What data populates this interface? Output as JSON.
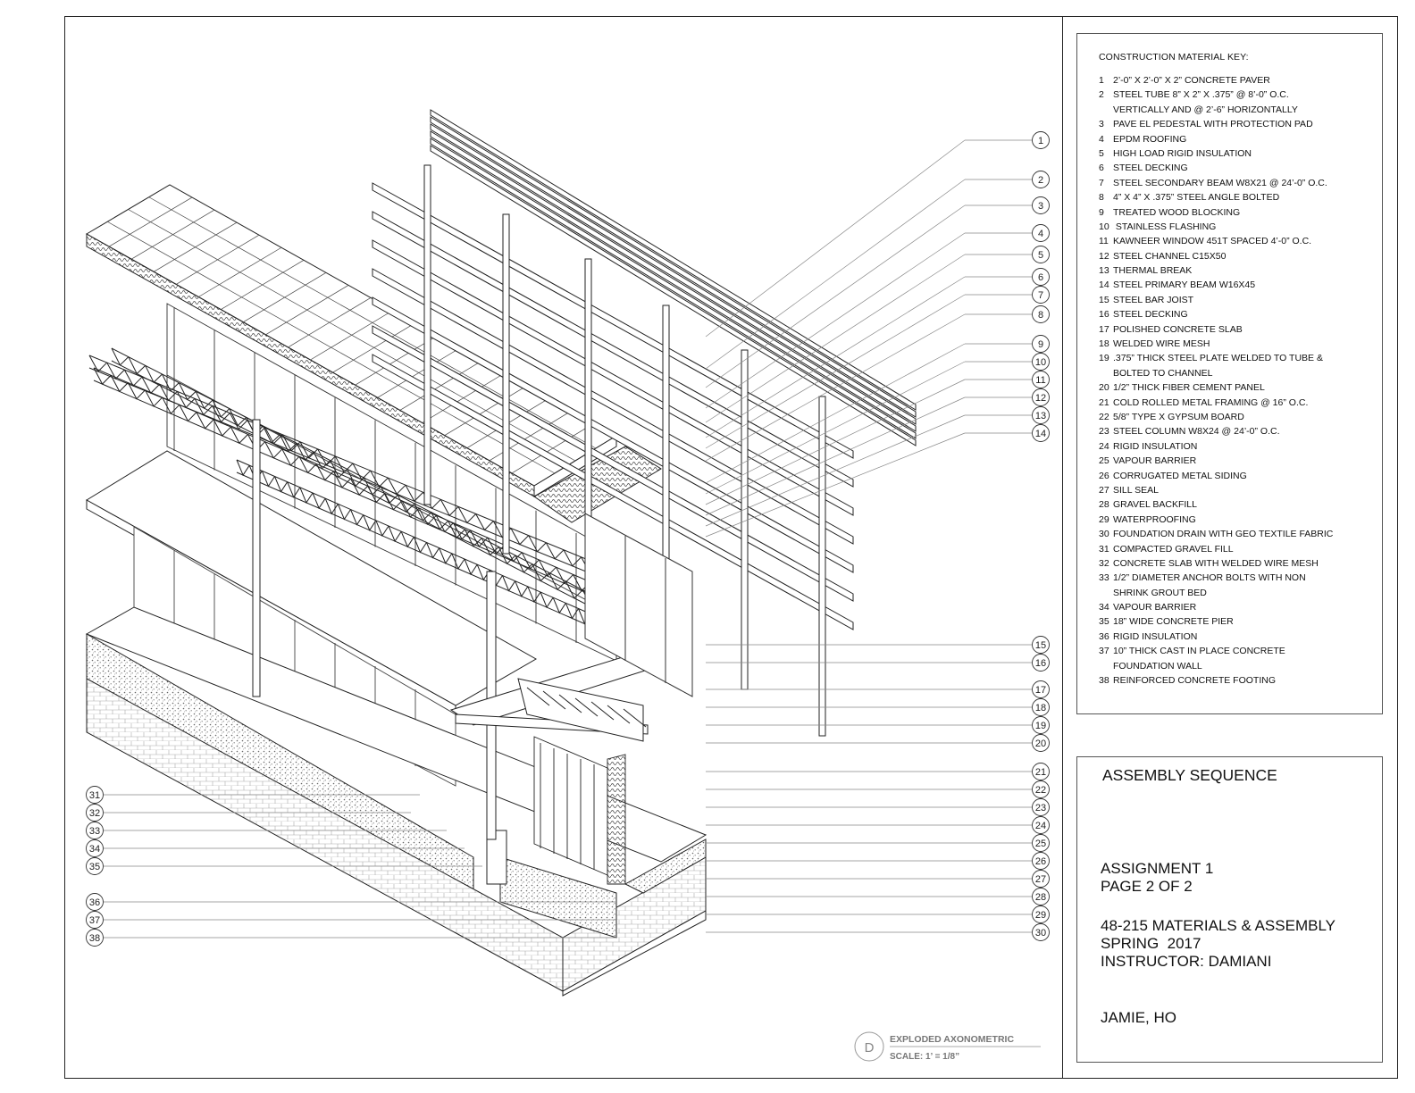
{
  "key": {
    "title": "CONSTRUCTION MATERIAL KEY:",
    "items": [
      {
        "num": "1",
        "text": "2’-0” X 2’-0” X 2” CONCRETE PAVER"
      },
      {
        "num": "2",
        "text": "STEEL TUBE 8” X 2” X .375” @ 8’-0” O.C."
      },
      {
        "num": "",
        "text": "VERTICALLY AND @ 2’-6” HORIZONTALLY"
      },
      {
        "num": "3",
        "text": "PAVE EL PEDESTAL WITH PROTECTION PAD"
      },
      {
        "num": "4",
        "text": "EPDM ROOFING"
      },
      {
        "num": "5",
        "text": "HIGH LOAD RIGID INSULATION"
      },
      {
        "num": "6",
        "text": "STEEL DECKING"
      },
      {
        "num": "7",
        "text": "STEEL SECONDARY BEAM W8X21 @ 24’-0” O.C."
      },
      {
        "num": "8",
        "text": "4” X 4” X .375” STEEL ANGLE BOLTED"
      },
      {
        "num": "9",
        "text": "TREATED WOOD BLOCKING"
      },
      {
        "num": "10",
        "text": " STAINLESS FLASHING"
      },
      {
        "num": "11",
        "text": "KAWNEER WINDOW 451T SPACED 4’-0” O.C."
      },
      {
        "num": "12",
        "text": "STEEL CHANNEL C15X50"
      },
      {
        "num": "13",
        "text": "THERMAL BREAK"
      },
      {
        "num": "14",
        "text": "STEEL PRIMARY BEAM W16X45"
      },
      {
        "num": "15",
        "text": "STEEL BAR JOIST"
      },
      {
        "num": "16",
        "text": "STEEL DECKING"
      },
      {
        "num": "17",
        "text": "POLISHED CONCRETE SLAB"
      },
      {
        "num": "18",
        "text": "WELDED WIRE MESH"
      },
      {
        "num": "19",
        "text": ".375” THICK STEEL PLATE WELDED TO TUBE &"
      },
      {
        "num": "",
        "text": "BOLTED TO CHANNEL"
      },
      {
        "num": "20",
        "text": "1/2” THICK FIBER CEMENT PANEL"
      },
      {
        "num": "21",
        "text": "COLD ROLLED METAL FRAMING @ 16” O.C."
      },
      {
        "num": "22",
        "text": "5/8” TYPE X GYPSUM BOARD"
      },
      {
        "num": "23",
        "text": "STEEL COLUMN W8X24 @ 24’-0” O.C."
      },
      {
        "num": "24",
        "text": "RIGID INSULATION"
      },
      {
        "num": "25",
        "text": "VAPOUR BARRIER"
      },
      {
        "num": "26",
        "text": "CORRUGATED METAL SIDING"
      },
      {
        "num": "27",
        "text": "SILL SEAL"
      },
      {
        "num": "28",
        "text": "GRAVEL BACKFILL"
      },
      {
        "num": "29",
        "text": "WATERPROOFING"
      },
      {
        "num": "30",
        "text": "FOUNDATION DRAIN WITH GEO TEXTILE FABRIC"
      },
      {
        "num": "31",
        "text": "COMPACTED GRAVEL FILL"
      },
      {
        "num": "32",
        "text": "CONCRETE SLAB WITH WELDED WIRE MESH"
      },
      {
        "num": "33",
        "text": "1/2” DIAMETER ANCHOR BOLTS WITH NON"
      },
      {
        "num": "",
        "text": "SHRINK GROUT BED"
      },
      {
        "num": "34",
        "text": "VAPOUR BARRIER"
      },
      {
        "num": "35",
        "text": "18” WIDE CONCRETE PIER"
      },
      {
        "num": "36",
        "text": "RIGID INSULATION"
      },
      {
        "num": "37",
        "text": "10” THICK CAST IN PLACE CONCRETE"
      },
      {
        "num": "",
        "text": "FOUNDATION WALL"
      },
      {
        "num": "38",
        "text": "REINFORCED CONCRETE FOOTING"
      }
    ]
  },
  "title_block": {
    "heading": "ASSEMBLY SEQUENCE",
    "assignment": "ASSIGNMENT 1",
    "page": "PAGE 2 OF 2",
    "course": "48-215 MATERIALS & ASSEMBLY",
    "term": "SPRING  2017",
    "instructor": "INSTRUCTOR: DAMIANI",
    "author": "JAMIE, HO"
  },
  "drawing": {
    "marker_letter": "D",
    "view_title": "EXPLODED AXONOMETRIC",
    "scale": "SCALE: 1’ = 1/8”",
    "right_callouts": [
      "1",
      "2",
      "3",
      "4",
      "5",
      "6",
      "7",
      "8",
      "9",
      "10",
      "11",
      "12",
      "13",
      "14",
      "15",
      "16",
      "17",
      "18",
      "19",
      "20",
      "21",
      "22",
      "23",
      "24",
      "25",
      "26",
      "27",
      "28",
      "29",
      "30"
    ],
    "left_callouts": [
      "31",
      "32",
      "33",
      "34",
      "35",
      "36",
      "37",
      "38"
    ]
  }
}
